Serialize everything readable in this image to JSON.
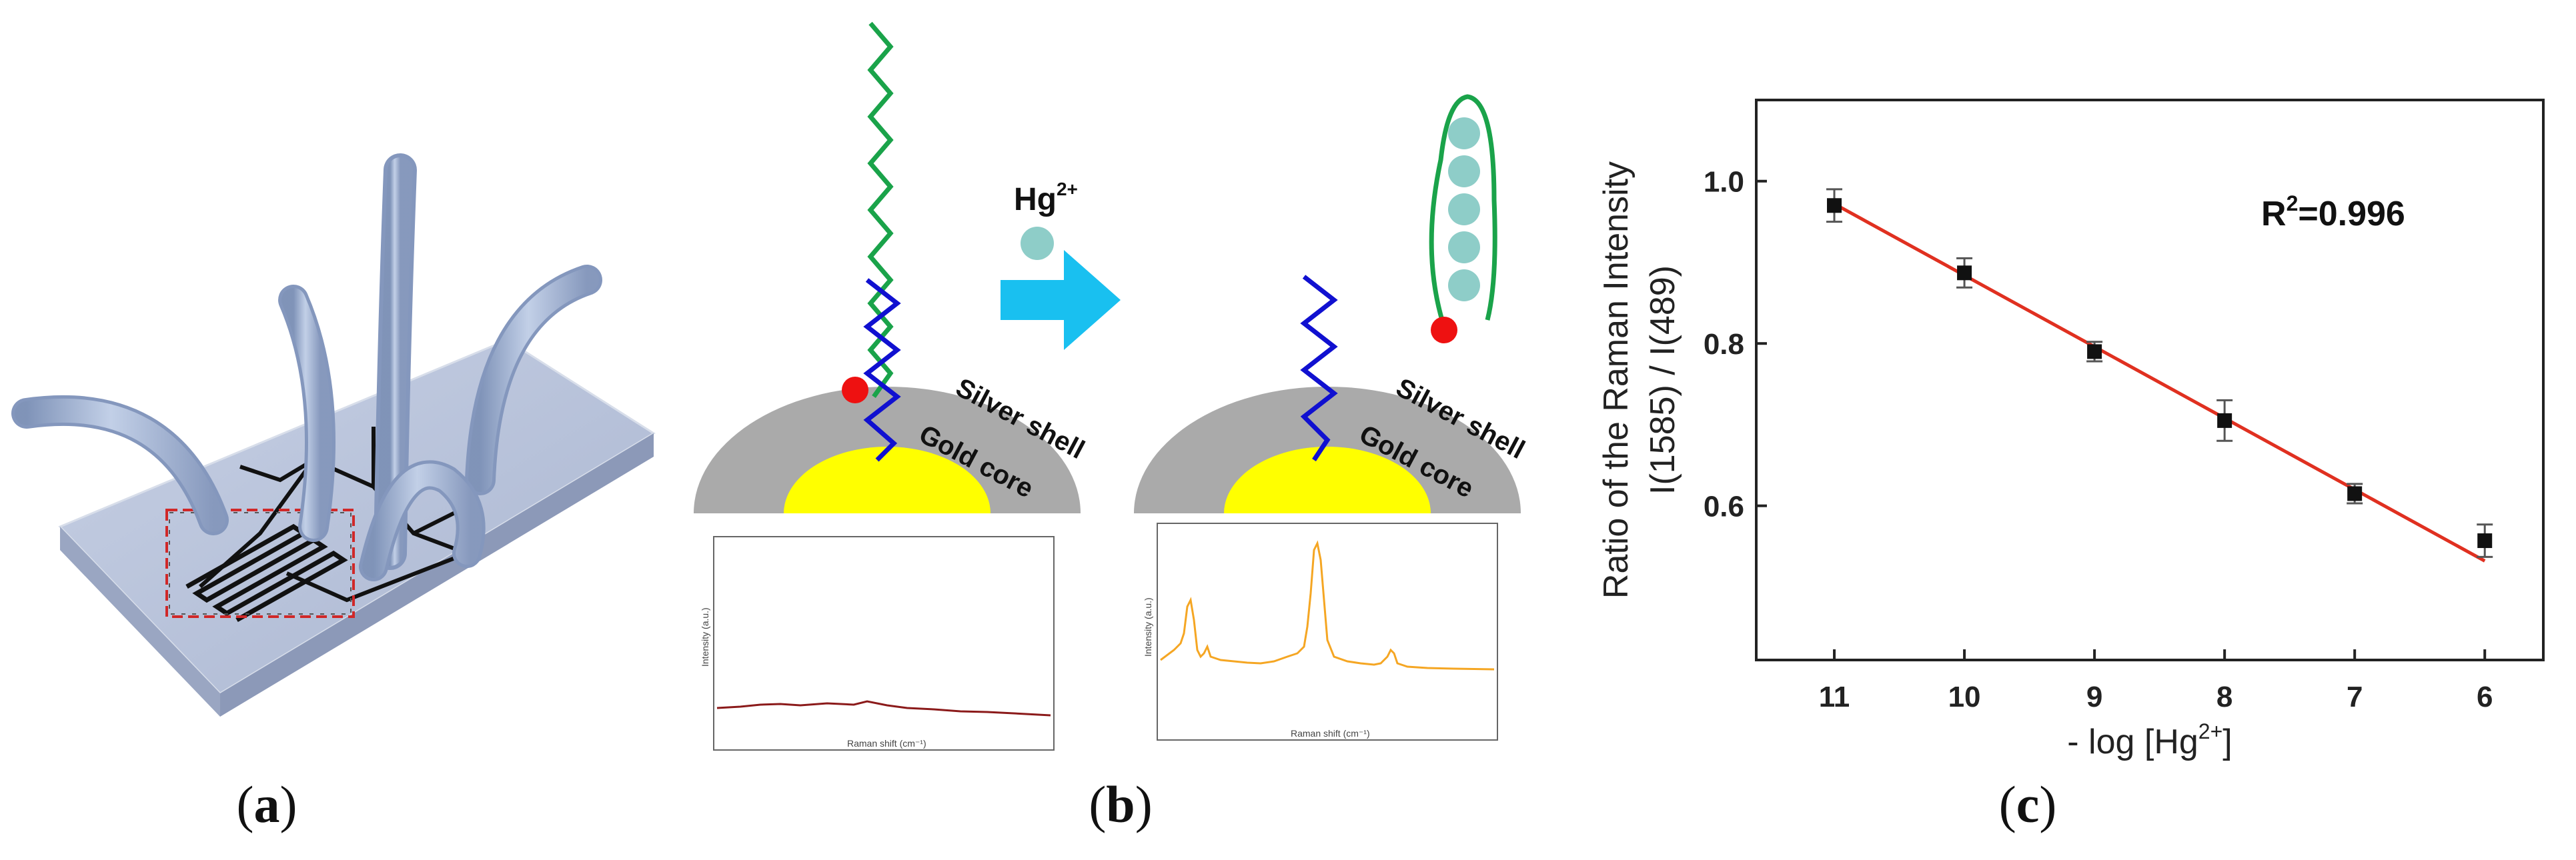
{
  "captions": {
    "a": {
      "open": "(",
      "letter": "a",
      "close": ")"
    },
    "b": {
      "open": "(",
      "letter": "b",
      "close": ")"
    },
    "c": {
      "open": "(",
      "letter": "c",
      "close": ")"
    }
  },
  "panel_b": {
    "ion_label": "Hg",
    "ion_charge": "2+",
    "shell_label": "Silver shell",
    "core_label": "Gold core",
    "spectrum_ylabel": "Intensity (a.u.)",
    "spectrum_xlabel": "Raman shift (cm⁻¹)",
    "colors": {
      "silver": "#aaaaaa",
      "gold": "#ffff00",
      "green_strand": "#1aa34a",
      "blue_strand": "#1010d0",
      "red_dot": "#ee1111",
      "ion": "#8ecdc8",
      "arrow": "#19c0f0",
      "spectrum_before": "#8b1a1a",
      "spectrum_after": "#f5a623"
    }
  },
  "chart_data": {
    "type": "scatter",
    "ylabel_line1": "Ratio of the Raman Intensity",
    "ylabel_line2": "I(1585) / I(489)",
    "xlabel_prefix": "- log [Hg",
    "xlabel_sup": "2+",
    "xlabel_suffix": "]",
    "annotation_main": "R",
    "annotation_sup": "2",
    "annotation_rest": "=0.996",
    "x_ticks": [
      "11",
      "10",
      "9",
      "8",
      "7",
      "6"
    ],
    "y_ticks": [
      "0.6",
      "0.8",
      "1.0"
    ],
    "xlim": [
      11.6,
      5.55
    ],
    "ylim": [
      0.41,
      1.1
    ],
    "x_reversed": true,
    "points": [
      {
        "x": 11,
        "y": 0.97,
        "err": 0.02
      },
      {
        "x": 10,
        "y": 0.887,
        "err": 0.018
      },
      {
        "x": 9,
        "y": 0.79,
        "err": 0.012
      },
      {
        "x": 8,
        "y": 0.705,
        "err": 0.025
      },
      {
        "x": 7,
        "y": 0.615,
        "err": 0.012
      },
      {
        "x": 6,
        "y": 0.557,
        "err": 0.02
      }
    ],
    "fit": {
      "x_start": 11,
      "y_start": 0.972,
      "x_end": 6,
      "y_end": 0.532
    },
    "colors": {
      "points": "#111111",
      "fit": "#e03020",
      "axes": "#222222"
    }
  }
}
